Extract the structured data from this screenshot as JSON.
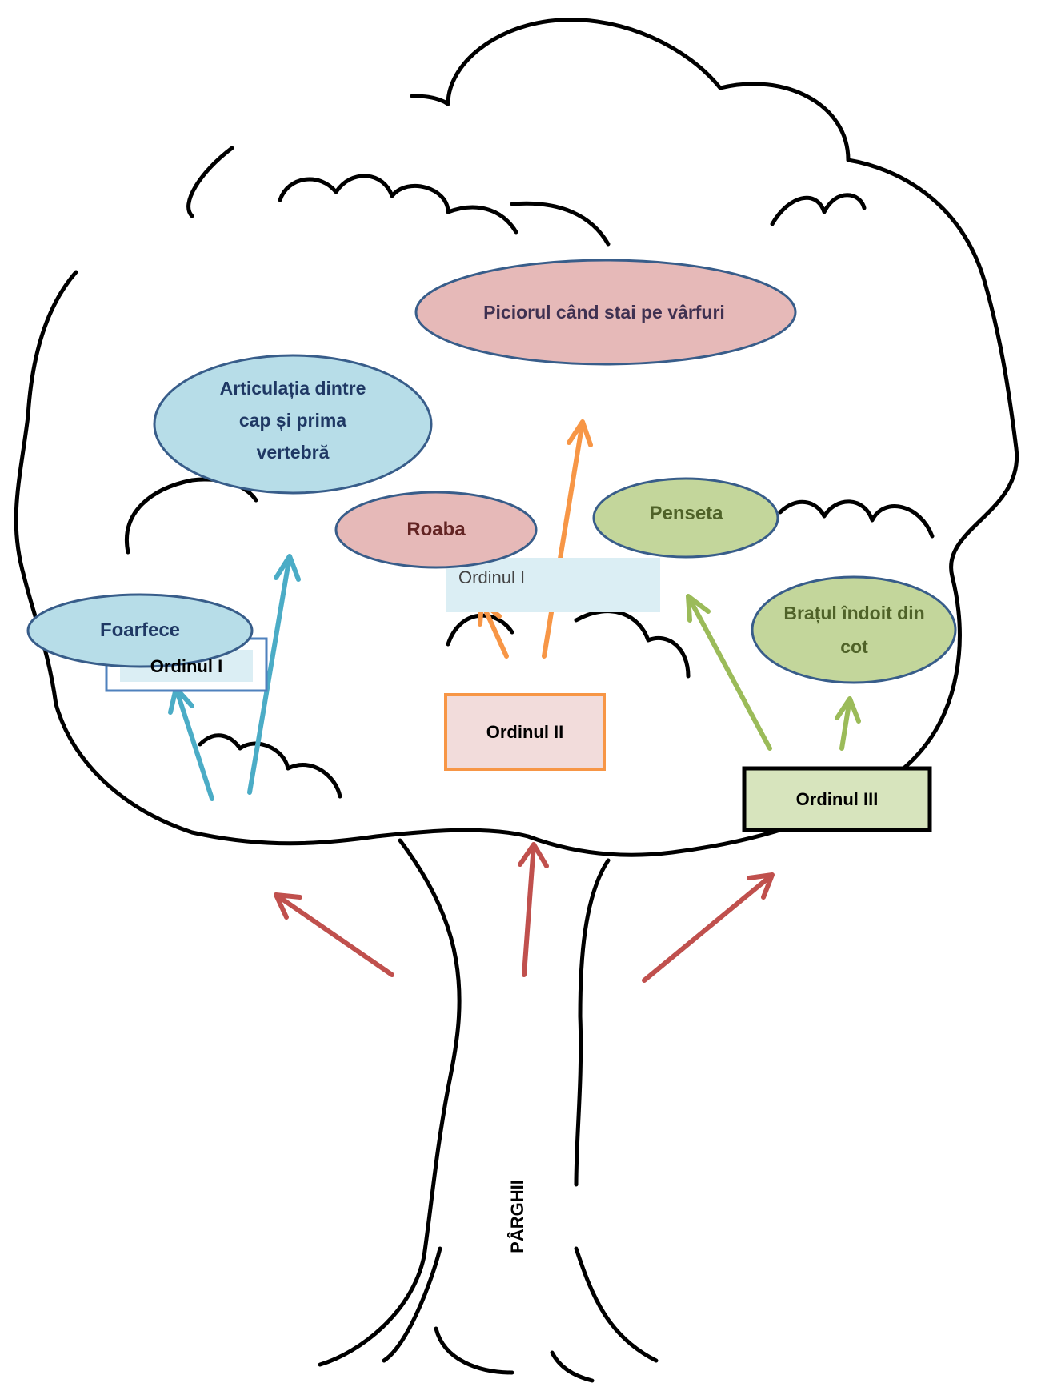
{
  "root": {
    "label": "PÂRGHII"
  },
  "categories": [
    {
      "id": "ordinul-1",
      "label": "Ordinul I",
      "color": "#4bacc6",
      "examples": [
        "Foarfece",
        "Articulația dintre cap și prima vertebră"
      ]
    },
    {
      "id": "ordinul-2",
      "label": "Ordinul II",
      "color": "#f79646",
      "examples": [
        "Roaba",
        "Piciorul când stai pe vârfuri"
      ]
    },
    {
      "id": "ordinul-3",
      "label": "Ordinul III",
      "color": "#9bbb59",
      "examples": [
        "Penseta",
        "Brațul îndoit din cot"
      ]
    }
  ],
  "stray_label": "Ordinul I",
  "colors": {
    "root_arrow": "#c0504d",
    "outline": "#000000"
  }
}
